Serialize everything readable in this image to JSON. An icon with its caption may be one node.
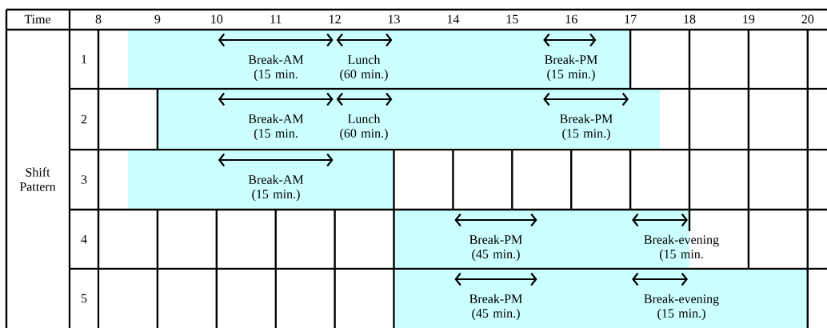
{
  "diagram": {
    "nodes": [
      {
        "text": [
          "Break-AM (15 min.",
          "Lunch (60 min.)",
          "Break-PM (15 min.)"
        ]
      },
      {
        "text": [
          "Break-AM (15 min.",
          "Lunch (60 min.)",
          "Break-PM (15 min.)"
        ]
      },
      {
        "text": [
          "Break-AM (15 min.)"
        ]
      },
      {
        "text": [
          "Break-PM (45 min.)",
          "Break-evening (15 min."
        ]
      },
      {
        "text": [
          "Break-PM (45 min.)",
          "Break-evening (15 min.)"
        ]
      }
    ],
    "labels": [
      "Time",
      "8",
      "9",
      "10",
      "11",
      "12",
      "13",
      "14",
      "15",
      "16",
      "17",
      "18",
      "19",
      "20",
      "Shift Pattern",
      "1",
      "2",
      "3",
      "4",
      "5"
    ]
  }
}
